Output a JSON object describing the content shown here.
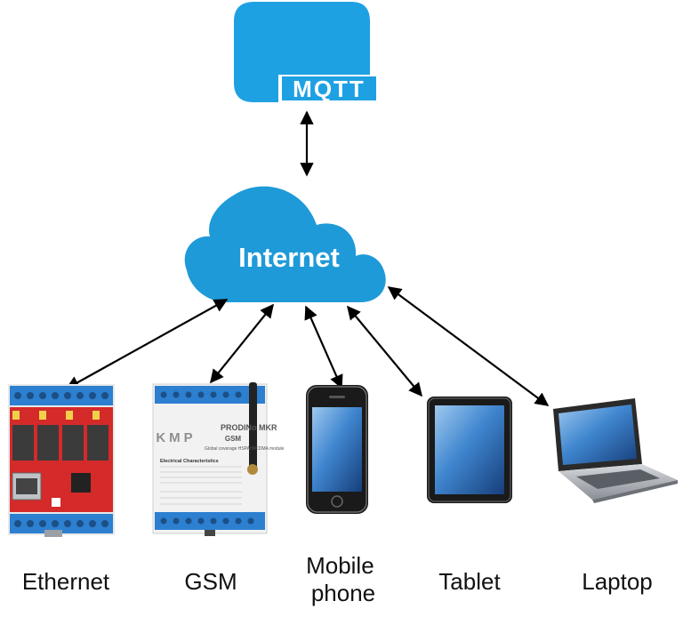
{
  "broker": {
    "label": "MQTT"
  },
  "cloud": {
    "label": "Internet"
  },
  "devices": [
    {
      "label": "Ethernet"
    },
    {
      "label": "GSM"
    },
    {
      "label": "Mobile\nphone"
    },
    {
      "label": "Tablet"
    },
    {
      "label": "Laptop"
    }
  ],
  "gsm_module": {
    "brand": "KMP",
    "title": "PRODINo MKR",
    "subtitle": "GSM",
    "caption": "Global coverage HSPA/WCDMA module",
    "table_title": "Electrical Characteristics"
  },
  "colors": {
    "accent": "#1ea1e3",
    "cloud": "#1e9ad8",
    "arrow": "#000000",
    "red_board": "#d42a2a",
    "terminal_blue": "#2d7fd0",
    "device_screen": "#2f6fb6"
  }
}
